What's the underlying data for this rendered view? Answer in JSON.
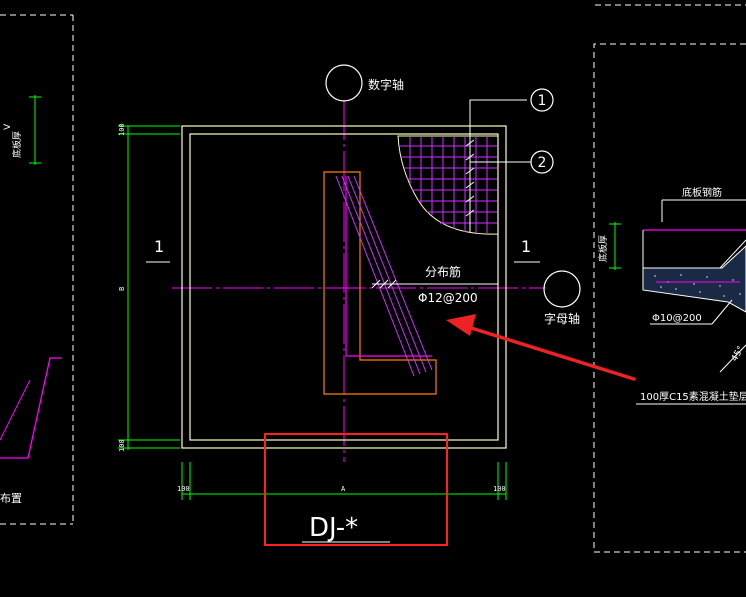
{
  "labels": {
    "number_axis": "数字轴",
    "letter_axis": "字母轴",
    "callout_1": "1",
    "callout_2": "2",
    "section_left": "1",
    "section_right": "1",
    "dist_rebar": "分布筋",
    "rebar_spec": "Φ12@200",
    "footing_id": "DJ-*",
    "dim_b": "B",
    "dim_a": "A",
    "dim_100_bl": "100",
    "dim_100_br": "100",
    "dim_100_lt": "100",
    "dim_100_lb": "100",
    "left_vert_text": "底板厚",
    "left_v": "V",
    "left_bottom": "布置",
    "right_top_label": "底板钢筋",
    "right_vert_text": "底板厚",
    "right_rebar": "Φ10@200",
    "right_angle": "45°",
    "right_note": "100厚C15素混凝土垫层"
  },
  "colors": {
    "background": "#000000",
    "outline": "#ffffbf",
    "footing": "#ff7f00",
    "axis": "#ff00ff",
    "rebar": "#cc33ff",
    "dimension": "#00ff00",
    "leader": "#ffffff",
    "highlight_box": "#ff2020",
    "arrow": "#ee2222"
  }
}
